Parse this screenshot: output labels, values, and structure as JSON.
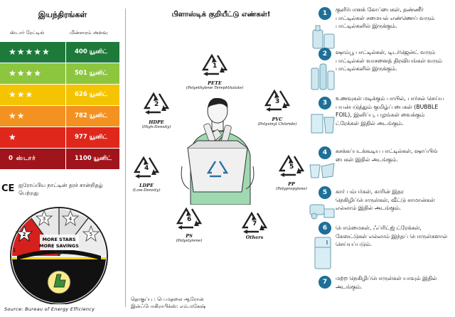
{
  "left": {
    "title": "இயந்திரங்கள்",
    "col_star": "ஸ்டார் ரேட்டிங்",
    "col_power": "மின்சாரம் அளவு",
    "rows": [
      {
        "stars": "★★★★★",
        "value": "400 யூனிட்",
        "color": "#1e7a3a"
      },
      {
        "stars": "★★★★",
        "value": "501 யூனிட்",
        "color": "#8cc63f"
      },
      {
        "stars": "★★★",
        "value": "626 யூனிட்",
        "color": "#f5c400"
      },
      {
        "stars": "★★",
        "value": "782 யூனிட்",
        "color": "#f39221"
      },
      {
        "stars": "★",
        "value": "977 யூனிட்",
        "color": "#e0271b"
      },
      {
        "stars": "0 ஸ்டார்",
        "value": "1100 யூனிட்",
        "color": "#a0141b"
      }
    ],
    "ce_mark": "CE",
    "eu_text": "ஐரோப்பிய நாட்டின் தரச் சான்றிதழ் பெற்றது",
    "gauge_text_1": "MORE STARS",
    "gauge_text_2": "MORE SAVINGS",
    "gauge_numbers": [
      "1",
      "2",
      "3",
      "4",
      "5"
    ],
    "source": "Source: Bureau of Energy Efficiency"
  },
  "middle": {
    "title": "பிளாஸ்டிக் குறியீட்டு எண்கள்!",
    "codes": [
      {
        "num": "1",
        "name": "PETE",
        "sub": "(Polyethylene Terephthalate)"
      },
      {
        "num": "2",
        "name": "HDPE",
        "sub": "(High-Density)"
      },
      {
        "num": "3",
        "name": "PVC",
        "sub": "(Polyvinyl Chloride)"
      },
      {
        "num": "4",
        "name": "LDPE",
        "sub": "(Low-Density)"
      },
      {
        "num": "5",
        "name": "PP",
        "sub": "(Polypropylene)"
      },
      {
        "num": "6",
        "name": "PS",
        "sub": "(Polystyrene)"
      },
      {
        "num": "7",
        "name": "Others",
        "sub": ""
      }
    ],
    "credit_1": "தொகுப்பு : பெ.மதலை ஆரோன்",
    "credit_2": "இன்ஃபோகிராபிக்ஸ்: எம்.மகேஷ்"
  },
  "right": {
    "items": [
      {
        "num": "1",
        "text": "குளிர்பானக் கோப்பைகள், தண்ணீர் பாட்டில்கள் சமையல் எண்ணெய் வரும் பாட்டில்களில் இருக்கும்."
      },
      {
        "num": "2",
        "text": "ஷாம்பூ பாட்டில்கள், டிடர்ஜென்ட் வரும் பாட்டில்கள் வாசனைத் திரவியங்கள் வரும் பாட்டில்களில் இருக்கும்."
      },
      {
        "num": "3",
        "text": "உணவுகள் மடிக்கும் பாயில், பார்சல் செய்ய பயன்படுத்தும் குமிழ்ப் பைகள் (BUBBLE FOIL), இனிப்பு, பழங்கள் வைக்கும் ட்ரேக்கள் இதில் அடங்கும்."
      },
      {
        "num": "4",
        "text": "கசக்கப்படக்கூடிய பாட்டில்கள், ஷாப்பிங் பைகள் இதில் அடங்கும்."
      },
      {
        "num": "5",
        "text": "கார் பம்பர்கள், காரின் இதர நெகிழிப்பொருள்கள், வீட்டு சாமான்கள் எல்லாம் இதில் அடங்கும்."
      },
      {
        "num": "6",
        "text": "பொம்மைகள், ஃப்ரிட்ஜ் ட்ரேக்கள், கேஸட்டுகள் எல்லாம் இந்தப் பொருள்களால் செய்யப்படும்."
      },
      {
        "num": "7",
        "text": "மற்ற நெகிழிப்பொருள்கள் யாவும் இதில் அடங்கும்."
      }
    ]
  }
}
